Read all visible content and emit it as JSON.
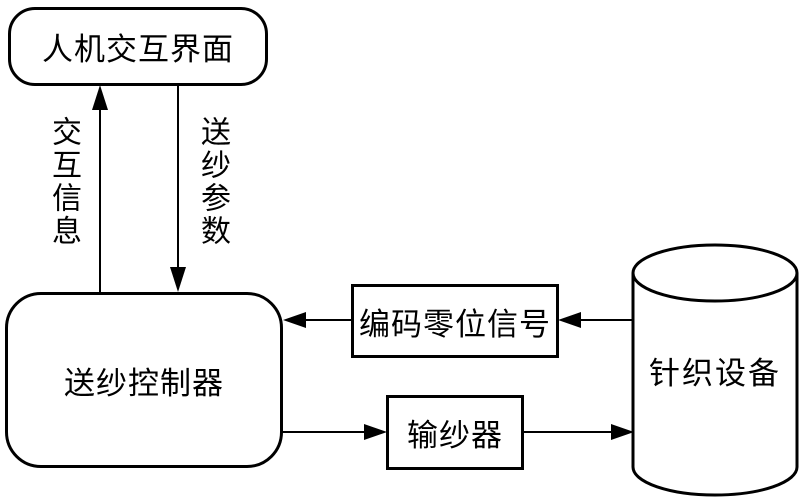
{
  "diagram": {
    "title_implicit": "yarn-feeding control system block diagram",
    "nodes": {
      "hmi": {
        "label": "人机交互界面",
        "shape": "rounded-rectangle"
      },
      "controller": {
        "label": "送纱控制器",
        "shape": "rounded-rectangle"
      },
      "encoder_signal": {
        "label": "编码零位信号",
        "shape": "rectangle"
      },
      "yarn_feeder": {
        "label": "输纱器",
        "shape": "rectangle"
      },
      "knitting_device": {
        "label": "针织设备",
        "shape": "cylinder"
      }
    },
    "edge_labels": {
      "interaction_info": {
        "label": "交互信息",
        "direction": "controller-to-hmi"
      },
      "yarn_feed_params": {
        "label": "送纱参数",
        "direction": "hmi-to-controller"
      }
    },
    "edges_unlabeled": [
      "knitting_device -> encoder_signal -> controller",
      "controller -> yarn_feeder -> knitting_device"
    ],
    "colors": {
      "line": "#000000",
      "background": "#ffffff",
      "text": "#000000"
    }
  }
}
